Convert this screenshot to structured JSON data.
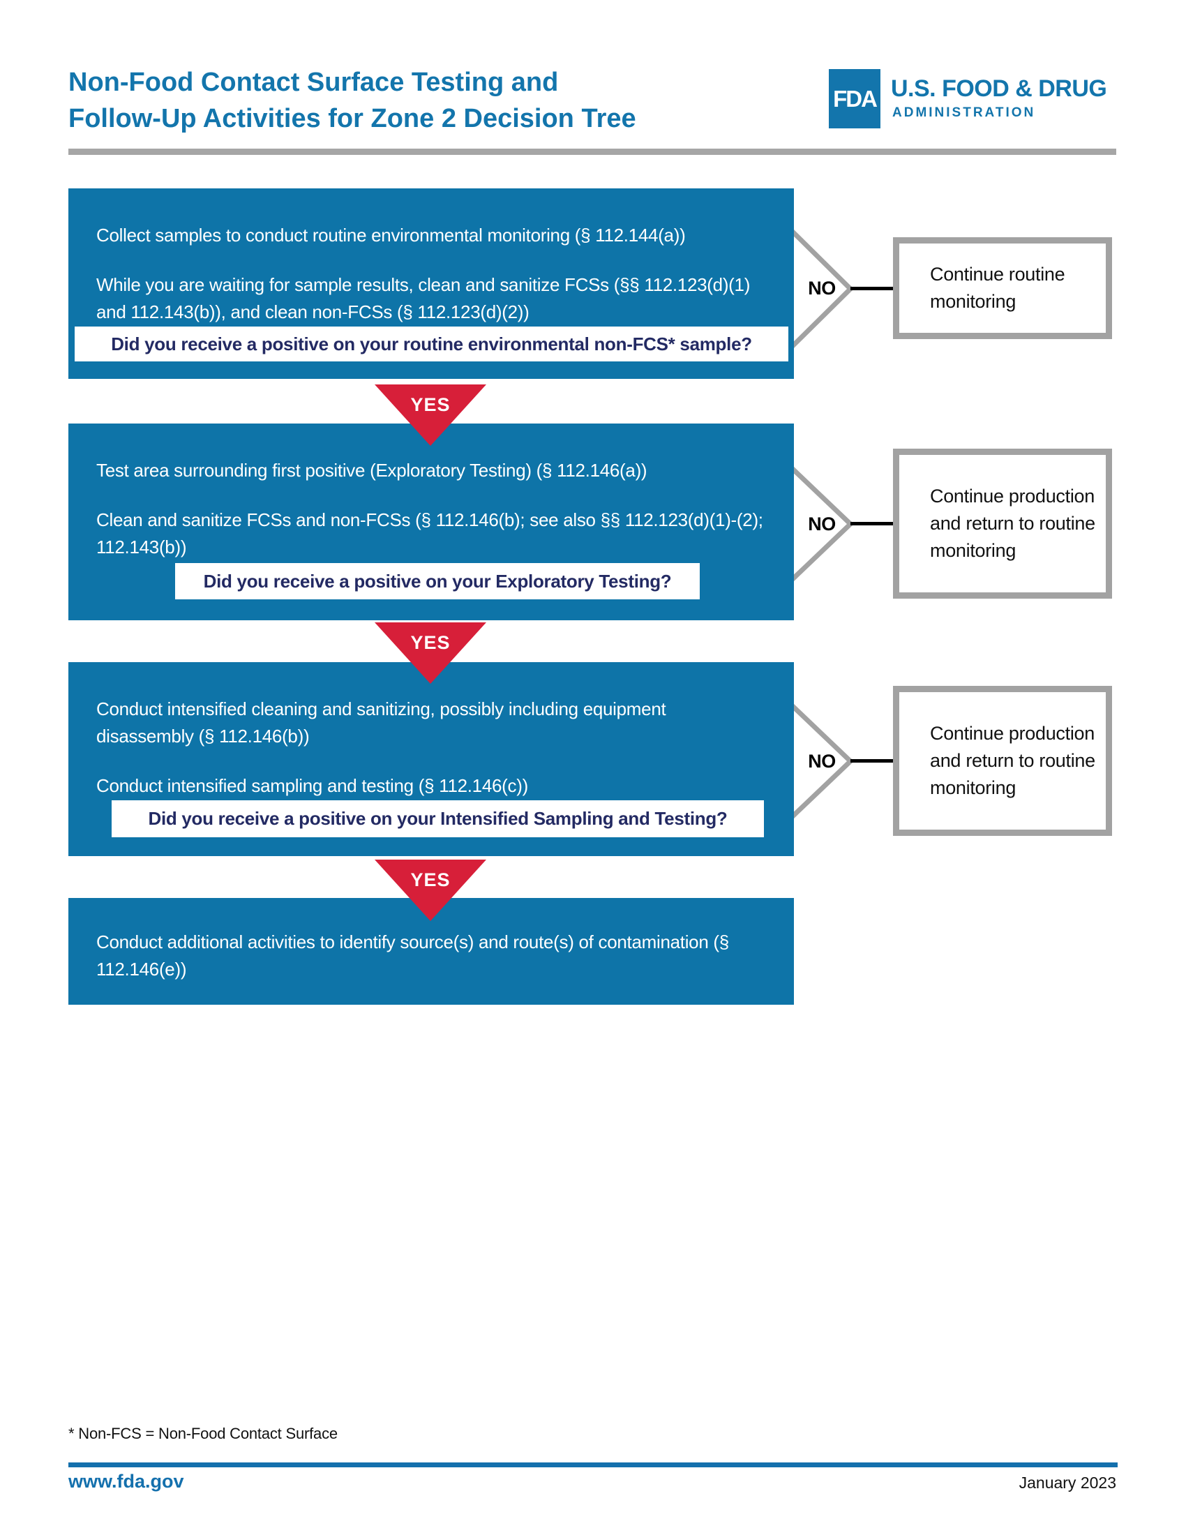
{
  "header": {
    "title_line1": "Non-Food Contact Surface Testing and",
    "title_line2": "Follow-Up Activities for Zone 2 Decision Tree",
    "logo": {
      "mark": "FDA",
      "name_line1": "U.S. FOOD & DRUG",
      "name_line2": "ADMINISTRATION"
    }
  },
  "flow": {
    "steps": [
      {
        "paragraphs": [
          "Collect samples to conduct routine environmental monitoring (§ 112.144(a))",
          "While you are waiting for sample results, clean and sanitize FCSs (§§ 112.123(d)(1) and 112.143(b)), and clean non-FCSs (§ 112.123(d)(2))"
        ],
        "question": "Did you receive a positive on your routine environmental non-FCS* sample?",
        "no_label": "NO",
        "no_outcome": "Continue routine monitoring",
        "yes_label": "YES"
      },
      {
        "paragraphs": [
          "Test area surrounding first positive (Exploratory Testing) (§ 112.146(a))",
          "Clean and sanitize FCSs and non-FCSs (§ 112.146(b); see also §§ 112.123(d)(1)-(2); 112.143(b))"
        ],
        "question": "Did you receive a positive on your Exploratory Testing?",
        "no_label": "NO",
        "no_outcome": "Continue production and return to routine monitoring",
        "yes_label": "YES"
      },
      {
        "paragraphs": [
          "Conduct intensified cleaning and sanitizing, possibly including equipment disassembly (§ 112.146(b))",
          "Conduct intensified sampling and testing (§ 112.146(c))"
        ],
        "question": "Did you receive a positive on your Intensified Sampling and Testing?",
        "no_label": "NO",
        "no_outcome": "Continue production and return to routine monitoring",
        "yes_label": "YES"
      }
    ],
    "final_step": "Conduct additional activities to identify source(s) and route(s) of contamination (§ 112.146(e))"
  },
  "footnote": "* Non-FCS = Non-Food Contact Surface",
  "footer": {
    "website": "www.fda.gov",
    "date": "January 2023"
  },
  "colors": {
    "brand_blue": "#1375ac",
    "box_blue": "#0e74a8",
    "arrow_red": "#d71f39",
    "question_navy": "#232a63",
    "border_gray": "#a2a2a2",
    "rule_gray": "#a6a6a6"
  }
}
